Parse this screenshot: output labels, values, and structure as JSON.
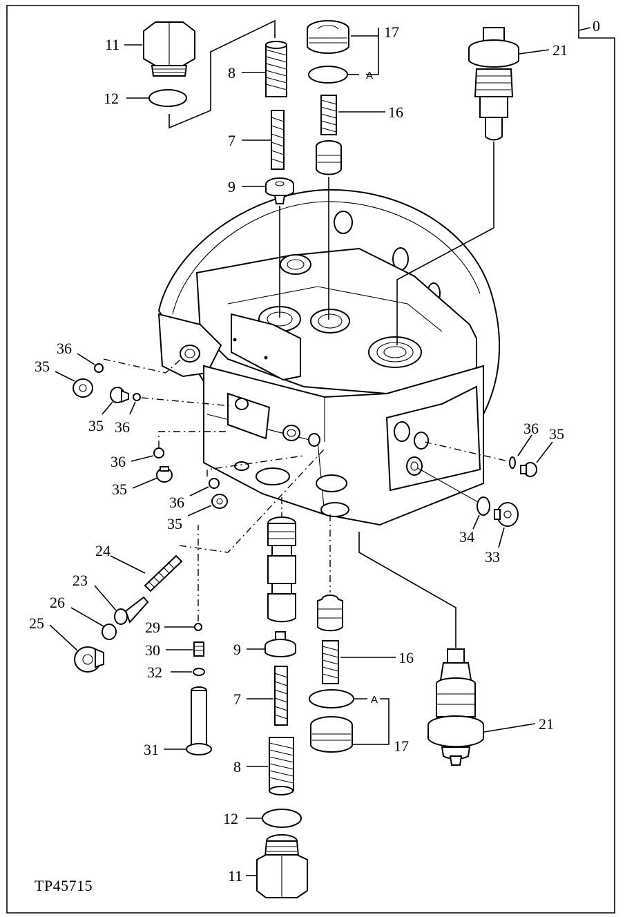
{
  "figure": {
    "reference": "TP45715",
    "frame_callout": "0"
  },
  "callouts": {
    "plug_top": "11",
    "oring_top": "12",
    "spring_outer_top": "8",
    "spring_inner_top": "7",
    "seat_top": "9",
    "cap_top": "17",
    "oring_a_top": "A",
    "spring_16_top": "16",
    "relief_valve_top": "21",
    "oring_36_a": "36",
    "plug_35_a": "35",
    "plug_35_b": "35",
    "oring_36_b": "36",
    "oring_36_c": "36",
    "plug_35_c": "35",
    "oring_36_d": "36",
    "plug_35_d": "35",
    "oring_36_right": "36",
    "plug_35_right": "35",
    "oring_34": "34",
    "plug_33": "33",
    "spring_24": "24",
    "screw_23": "23",
    "oring_26": "26",
    "plug_25": "25",
    "ball_29": "29",
    "part_30": "30",
    "ring_32": "32",
    "pin_31": "31",
    "seat_bottom": "9",
    "spring_16_bottom": "16",
    "oring_a_bottom": "A",
    "spring_inner_bottom": "7",
    "cap_bottom": "17",
    "spring_outer_bottom": "8",
    "relief_valve_bottom": "21",
    "oring_bottom": "12",
    "plug_bottom": "11"
  }
}
